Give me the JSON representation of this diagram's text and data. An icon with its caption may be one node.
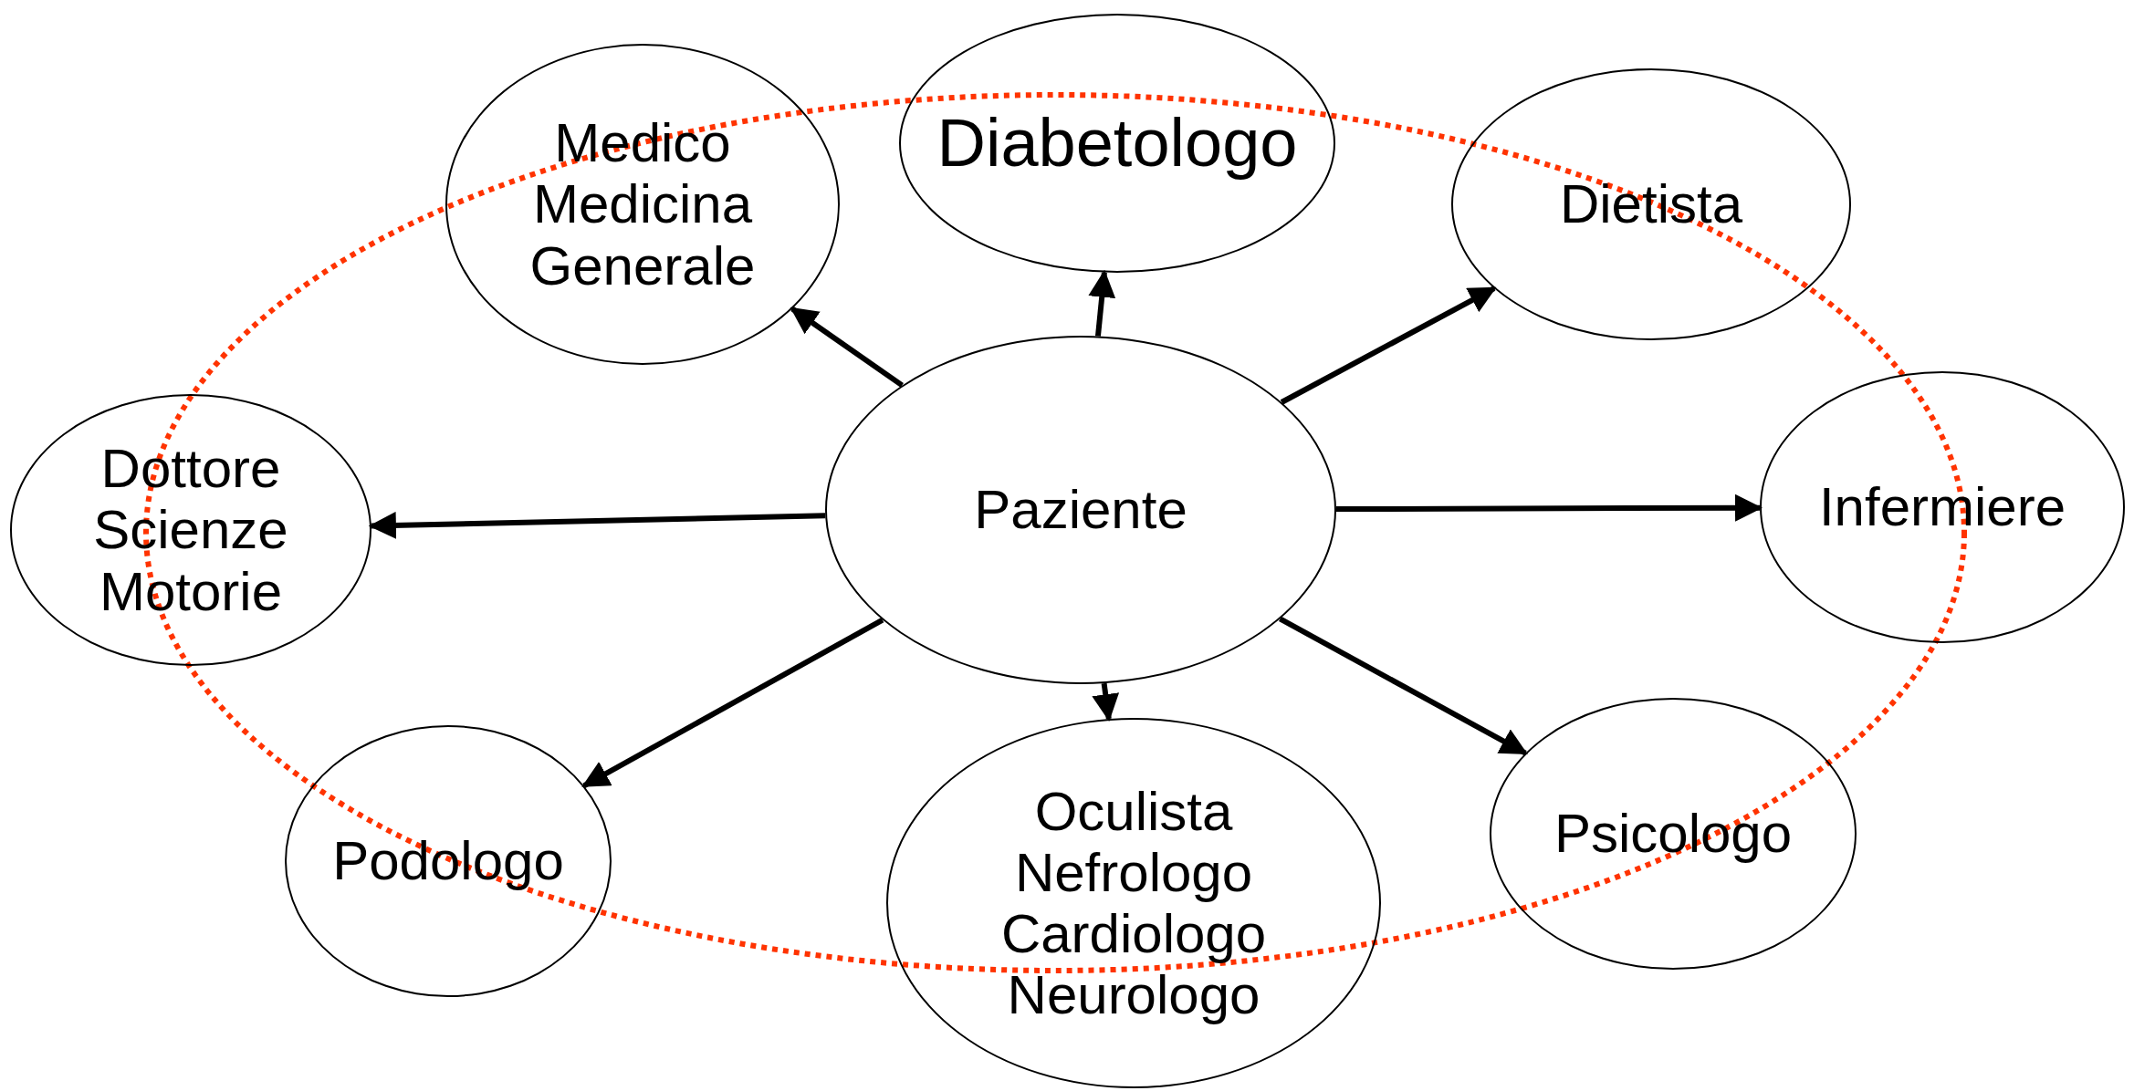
{
  "diagram": {
    "nodes": [
      {
        "text": [
          "Paziente"
        ]
      },
      {
        "text": [
          "Medico Medicina Generale"
        ]
      },
      {
        "text": [
          "Diabetologo"
        ]
      },
      {
        "text": [
          "Dietista"
        ]
      },
      {
        "text": [
          "Dottore Scienze Motorie"
        ]
      },
      {
        "text": [
          "Infermiere"
        ]
      },
      {
        "text": [
          "Podologo"
        ]
      },
      {
        "text": [
          "Oculista Nefrologo Cardiologo Neurologo"
        ]
      },
      {
        "text": [
          "Psicologo"
        ]
      }
    ],
    "edges": [
      {
        "from": 0,
        "to": 1,
        "arrow": "to"
      },
      {
        "from": 0,
        "to": 2,
        "arrow": "to"
      },
      {
        "from": 0,
        "to": 3,
        "arrow": "to"
      },
      {
        "from": 0,
        "to": 4,
        "arrow": "to"
      },
      {
        "from": 0,
        "to": 5,
        "arrow": "to"
      },
      {
        "from": 0,
        "to": 6,
        "arrow": "to"
      },
      {
        "from": 0,
        "to": 7,
        "arrow": "to"
      },
      {
        "from": 0,
        "to": 8,
        "arrow": "to"
      }
    ]
  }
}
